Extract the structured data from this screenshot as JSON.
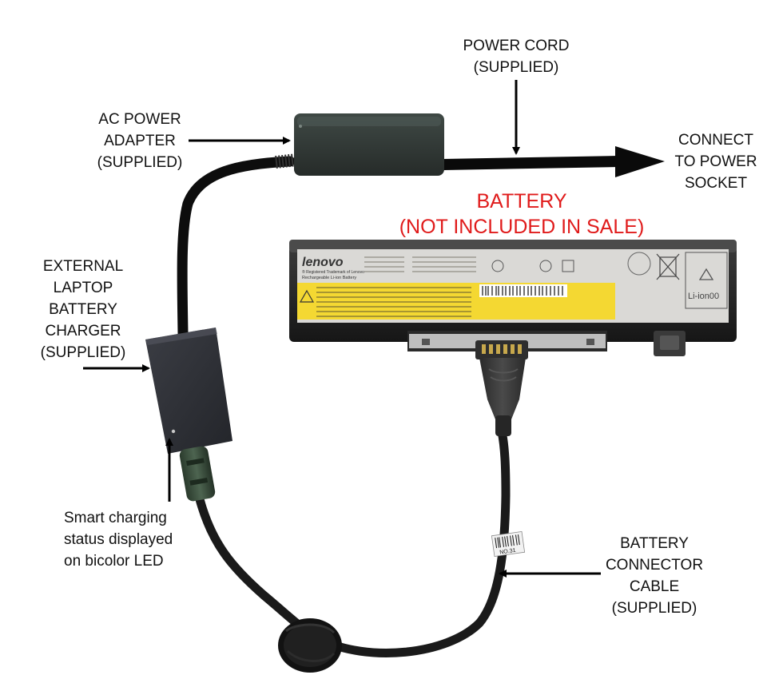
{
  "labels": {
    "power_cord": "POWER CORD\n(SUPPLIED)",
    "ac_adapter": "AC POWER\nADAPTER\n(SUPPLIED)",
    "connect_socket": "CONNECT\nTO POWER\nSOCKET",
    "battery_title": "BATTERY",
    "battery_note": "(NOT INCLUDED IN SALE)",
    "external_charger": "EXTERNAL\nLAPTOP\nBATTERY\nCHARGER\n(SUPPLIED)",
    "smart_charging": "Smart charging\nstatus displayed\non bicolor LED",
    "connector_cable": "BATTERY\nCONNECTOR\nCABLE\n(SUPPLIED)"
  },
  "battery_label": {
    "brand": "lenovo",
    "trademark": "® Registered Trademark of Lenovo",
    "type": "Rechargeable Li-ion Battery",
    "chem_tag": "Li-ion00"
  },
  "cable_tag": "NO.31",
  "colors": {
    "label_text": "#111111",
    "highlight": "#e01b1b",
    "device_body": "#2e3036",
    "battery_label_bg": "#dad9d6",
    "warning_band": "#f4d832"
  }
}
